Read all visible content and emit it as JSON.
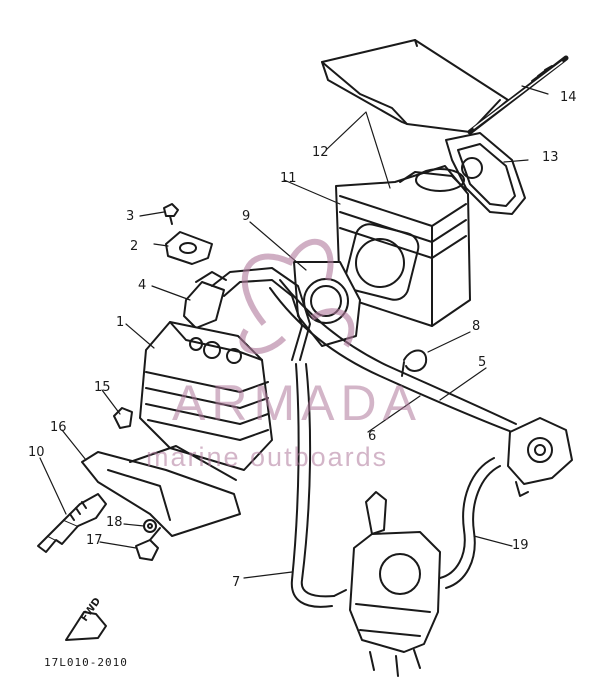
{
  "diagram": {
    "callouts": [
      {
        "id": "1",
        "text": "1"
      },
      {
        "id": "2",
        "text": "2"
      },
      {
        "id": "3",
        "text": "3"
      },
      {
        "id": "4",
        "text": "4"
      },
      {
        "id": "5",
        "text": "5"
      },
      {
        "id": "6",
        "text": "6"
      },
      {
        "id": "7",
        "text": "7"
      },
      {
        "id": "8",
        "text": "8"
      },
      {
        "id": "9",
        "text": "9"
      },
      {
        "id": "10",
        "text": "10"
      },
      {
        "id": "11",
        "text": "11"
      },
      {
        "id": "12",
        "text": "12"
      },
      {
        "id": "13",
        "text": "13"
      },
      {
        "id": "14",
        "text": "14"
      },
      {
        "id": "15",
        "text": "15"
      },
      {
        "id": "16",
        "text": "16"
      },
      {
        "id": "17",
        "text": "17"
      },
      {
        "id": "18",
        "text": "18"
      },
      {
        "id": "19",
        "text": "19"
      }
    ],
    "fwd_label": "FWD",
    "diagram_code": "17L010-2010"
  },
  "watermark": {
    "title": "ARMADA",
    "subtitle": "marine outboards",
    "color": "#b07a9c"
  },
  "colors": {
    "ink": "#1a1a1a",
    "background": "#ffffff"
  }
}
